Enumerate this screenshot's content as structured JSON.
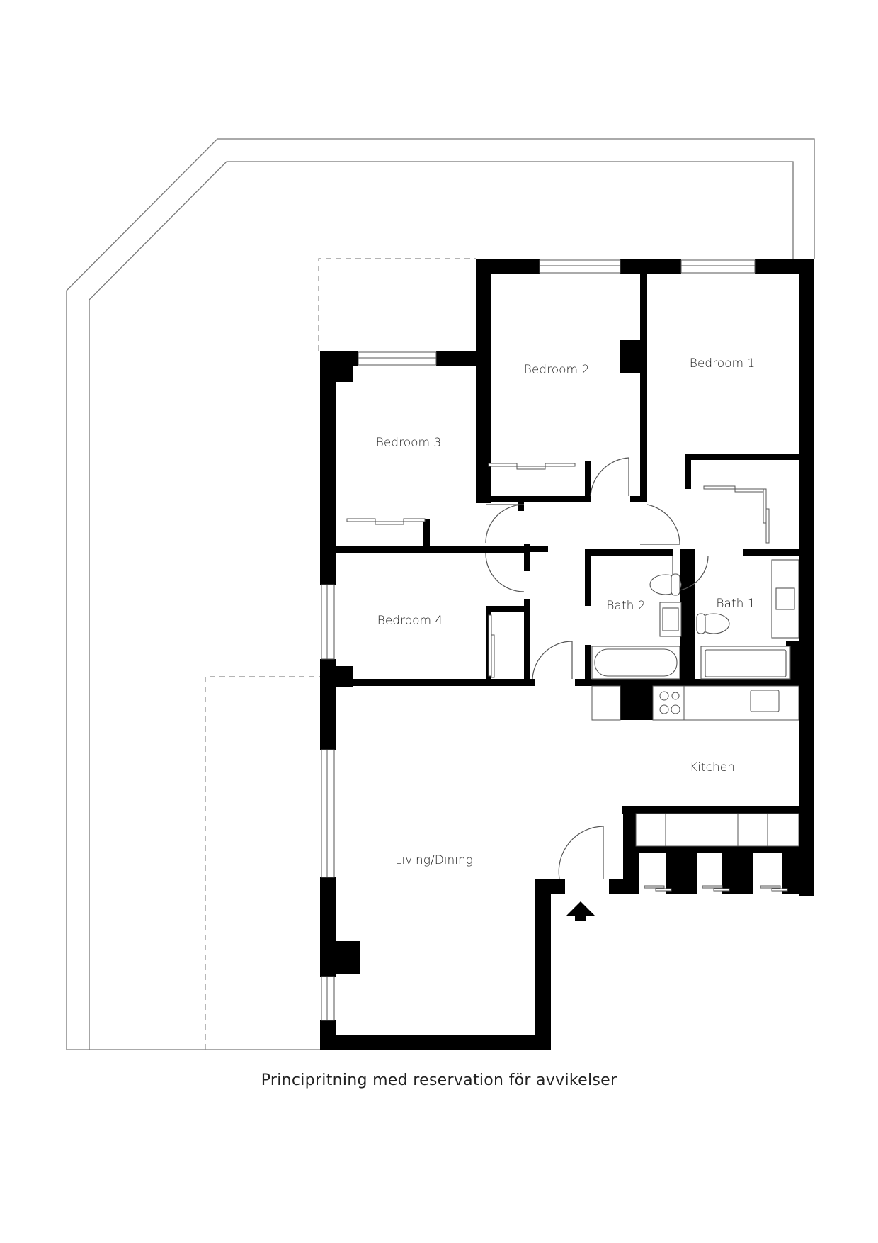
{
  "rooms": {
    "bedroom1": "Bedroom 1",
    "bedroom2": "Bedroom 2",
    "bedroom3": "Bedroom 3",
    "bedroom4": "Bedroom 4",
    "bath1": "Bath 1",
    "bath2": "Bath 2",
    "kitchen": "Kitchen",
    "living": "Living/Dining"
  },
  "caption": "Principritning med reservation för avvikelser",
  "icons": {
    "entrance": "entrance-arrow-icon"
  },
  "colors": {
    "wall": "#000000",
    "line": "#777777",
    "background": "#ffffff"
  }
}
